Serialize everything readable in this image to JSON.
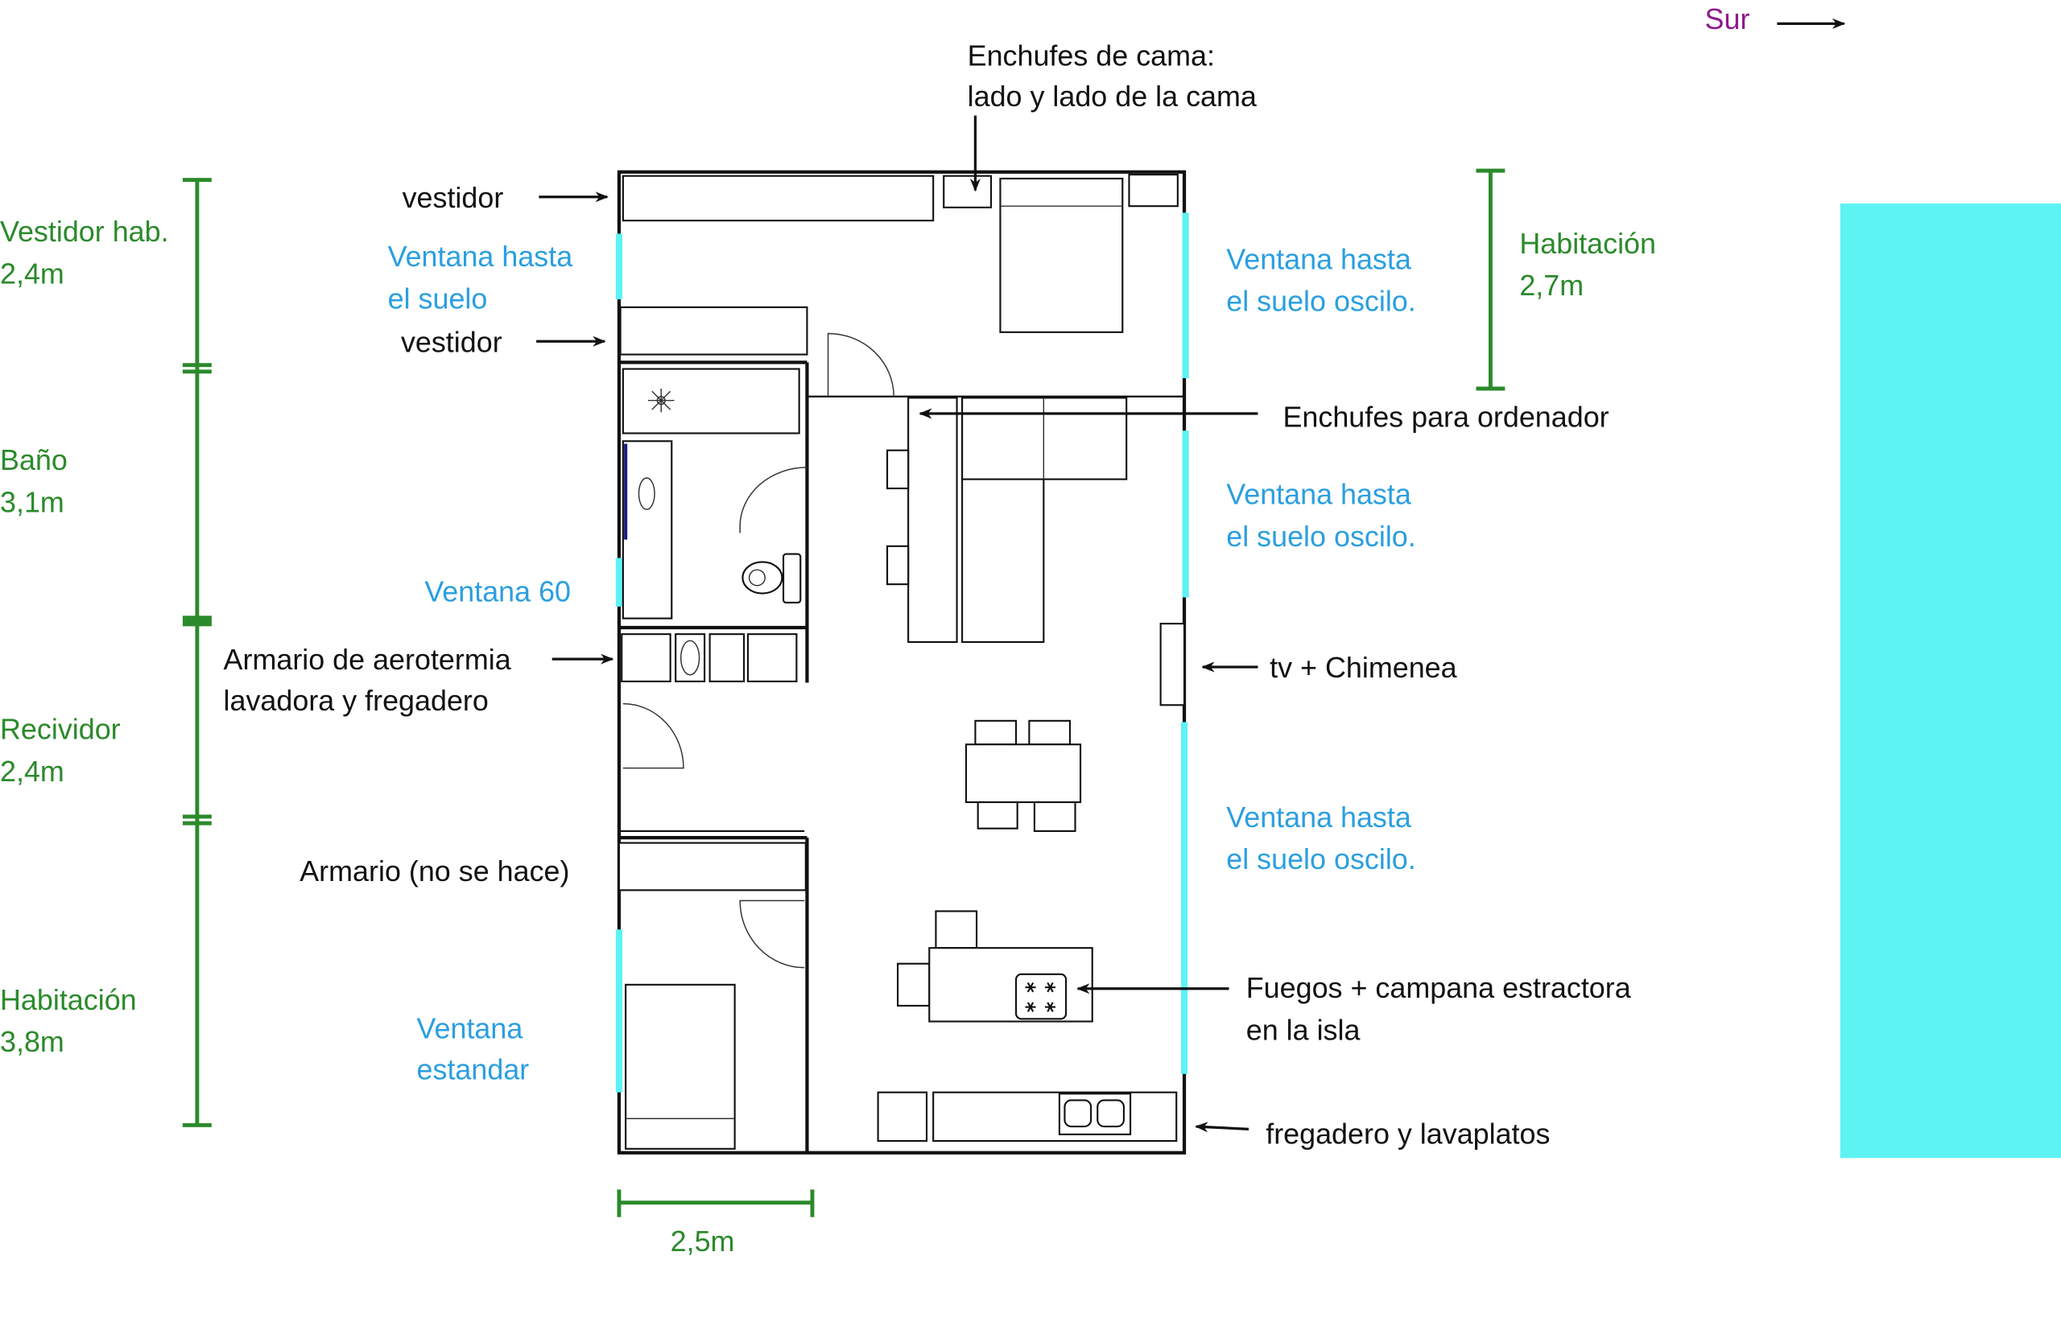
{
  "compass": {
    "label": "Sur"
  },
  "colors": {
    "dimension": "#2b8a2b",
    "window_label": "#2a9fe0",
    "window": "#5ef3f3",
    "compass": "#8e1a8e",
    "exterior": "#5ef3f3"
  },
  "dimensions": {
    "vestidor_hab": {
      "name": "Vestidor hab.",
      "size": "2,4m"
    },
    "bano": {
      "name": "Baño",
      "size": "3,1m"
    },
    "recividor": {
      "name": "Recividor",
      "size": "2,4m"
    },
    "habitacion_left": {
      "name": "Habitación",
      "size": "3,8m"
    },
    "habitacion_right": {
      "name": "Habitación",
      "size": "2,7m"
    },
    "width": {
      "size": "2,5m"
    }
  },
  "annotations": {
    "enchufes_cama": [
      "Enchufes de cama:",
      "lado y lado de la cama"
    ],
    "vestidor_top": "vestidor",
    "vestidor_bottom": "vestidor",
    "enchufes_ordenador": "Enchufes para ordenador",
    "armario_aerotermia": [
      "Armario de aerotermia",
      "lavadora y fregadero"
    ],
    "tv": "tv + Chimenea",
    "armario_no": "Armario (no se hace)",
    "fuegos": [
      "Fuegos + campana estractora",
      "en la isla"
    ],
    "fregadero": "fregadero y lavaplatos"
  },
  "windows": {
    "left_top": [
      "Ventana hasta",
      "el suelo"
    ],
    "left_bath": "Ventana 60",
    "left_bottom": [
      "Ventana",
      "estandar"
    ],
    "right_1": [
      "Ventana hasta",
      "el suelo oscilo."
    ],
    "right_2": [
      "Ventana hasta",
      "el suelo oscilo."
    ],
    "right_3": [
      "Ventana hasta",
      "el suelo oscilo."
    ]
  }
}
